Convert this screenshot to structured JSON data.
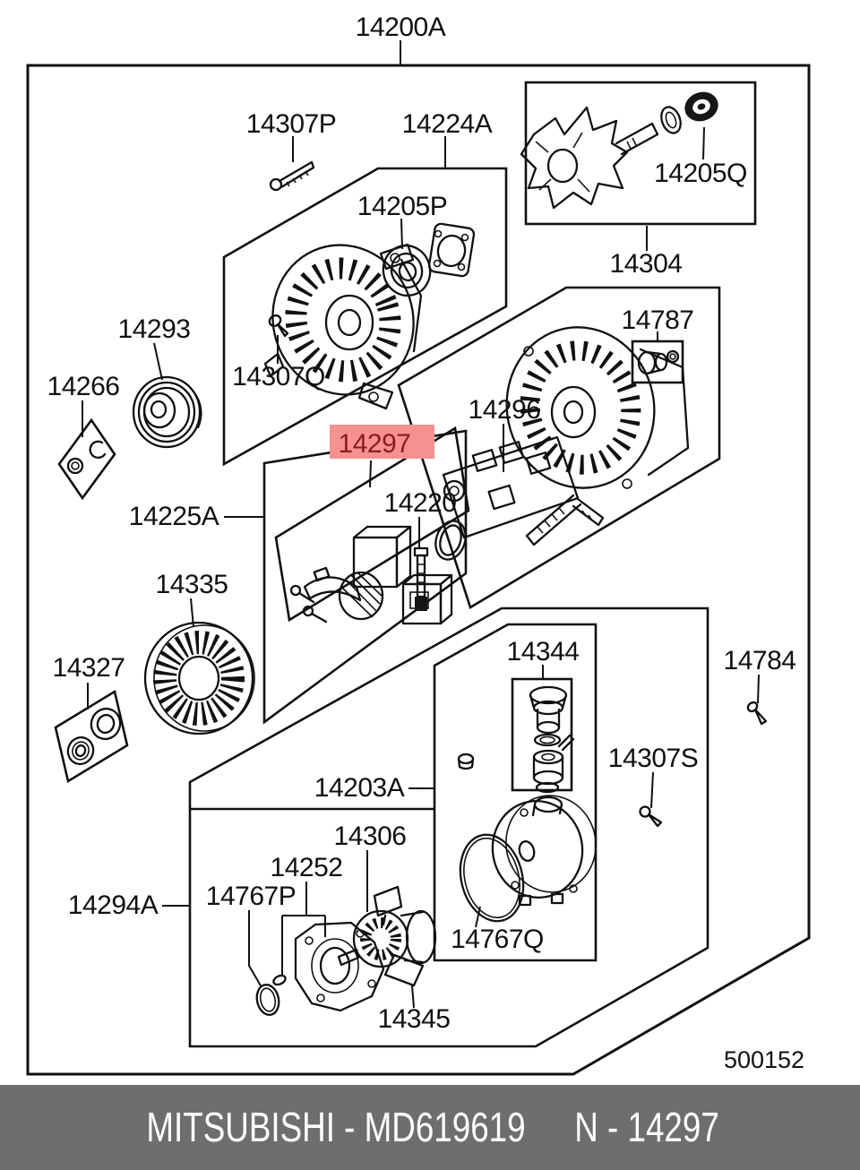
{
  "page": {
    "background": "#ffffff"
  },
  "diagram": {
    "drawing_number": "500152",
    "highlighted_part": "14297",
    "highlight": {
      "bg": "#f5918e",
      "text_color": "#8b1c1c"
    },
    "labels": [
      {
        "id": "14200A",
        "text": "14200A"
      },
      {
        "id": "14307P",
        "text": "14307P"
      },
      {
        "id": "14224A",
        "text": "14224A"
      },
      {
        "id": "14205P",
        "text": "14205P"
      },
      {
        "id": "14205Q",
        "text": "14205Q"
      },
      {
        "id": "14304",
        "text": "14304"
      },
      {
        "id": "14307Q",
        "text": "14307Q"
      },
      {
        "id": "14293",
        "text": "14293"
      },
      {
        "id": "14266",
        "text": "14266"
      },
      {
        "id": "14225A",
        "text": "14225A"
      },
      {
        "id": "14296",
        "text": "14296"
      },
      {
        "id": "14787",
        "text": "14787"
      },
      {
        "id": "14297",
        "text": "14297"
      },
      {
        "id": "14220",
        "text": "14220"
      },
      {
        "id": "14335",
        "text": "14335"
      },
      {
        "id": "14327",
        "text": "14327"
      },
      {
        "id": "14344",
        "text": "14344"
      },
      {
        "id": "14784",
        "text": "14784"
      },
      {
        "id": "14307S",
        "text": "14307S"
      },
      {
        "id": "14203A",
        "text": "14203A"
      },
      {
        "id": "14306",
        "text": "14306"
      },
      {
        "id": "14252",
        "text": "14252"
      },
      {
        "id": "14767P",
        "text": "14767P"
      },
      {
        "id": "14294A",
        "text": "14294A"
      },
      {
        "id": "14345",
        "text": "14345"
      },
      {
        "id": "14767Q",
        "text": "14767Q"
      }
    ]
  },
  "footer": {
    "left": "MITSUBISHI - MD619619",
    "right": "N - 14297",
    "bg": "#6e6e6e",
    "text_color": "#ffffff"
  }
}
